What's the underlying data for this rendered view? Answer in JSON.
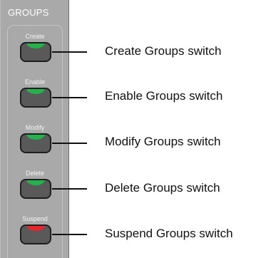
{
  "panel": {
    "title": "GROUPS",
    "switches": [
      {
        "label": "Create",
        "led_color": "#22b34a",
        "callout": "Create Groups switch"
      },
      {
        "label": "Enable",
        "led_color": "#22b34a",
        "callout": "Enable Groups switch"
      },
      {
        "label": "Modify",
        "led_color": "#22b34a",
        "callout": "Modify Groups switch"
      },
      {
        "label": "Delete",
        "led_color": "#22b34a",
        "callout": "Delete Groups switch"
      },
      {
        "label": "Suspend",
        "led_color": "#e8262a",
        "callout": "Suspend Groups switch"
      }
    ]
  }
}
